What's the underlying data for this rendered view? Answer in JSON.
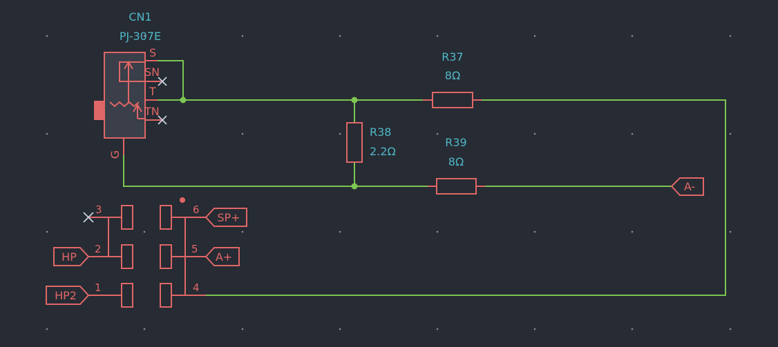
{
  "colors": {
    "background": "#272b33",
    "wire": "#7cc651",
    "component": "#e06767",
    "label": "#4fb8c8",
    "junction": "#7cc651",
    "no_connect": "#c9d2e0",
    "grid_dot": "#8a8f99"
  },
  "cn1": {
    "ref": "CN1",
    "value": "PJ-307E",
    "pins": {
      "s": "S",
      "sn": "SN",
      "t": "T",
      "tn": "TN",
      "g": "G"
    }
  },
  "r37": {
    "ref": "R37",
    "value": "8Ω"
  },
  "r38": {
    "ref": "R38",
    "value": "2.2Ω"
  },
  "r39": {
    "ref": "R39",
    "value": "8Ω"
  },
  "labels": {
    "a_minus": "A-",
    "sp_plus": "SP+",
    "a_plus": "A+",
    "hp": "HP",
    "hp2": "HP2"
  },
  "connector": {
    "pin1": "1",
    "pin2": "2",
    "pin3": "3",
    "pin4": "4",
    "pin5": "5",
    "pin6": "6"
  }
}
